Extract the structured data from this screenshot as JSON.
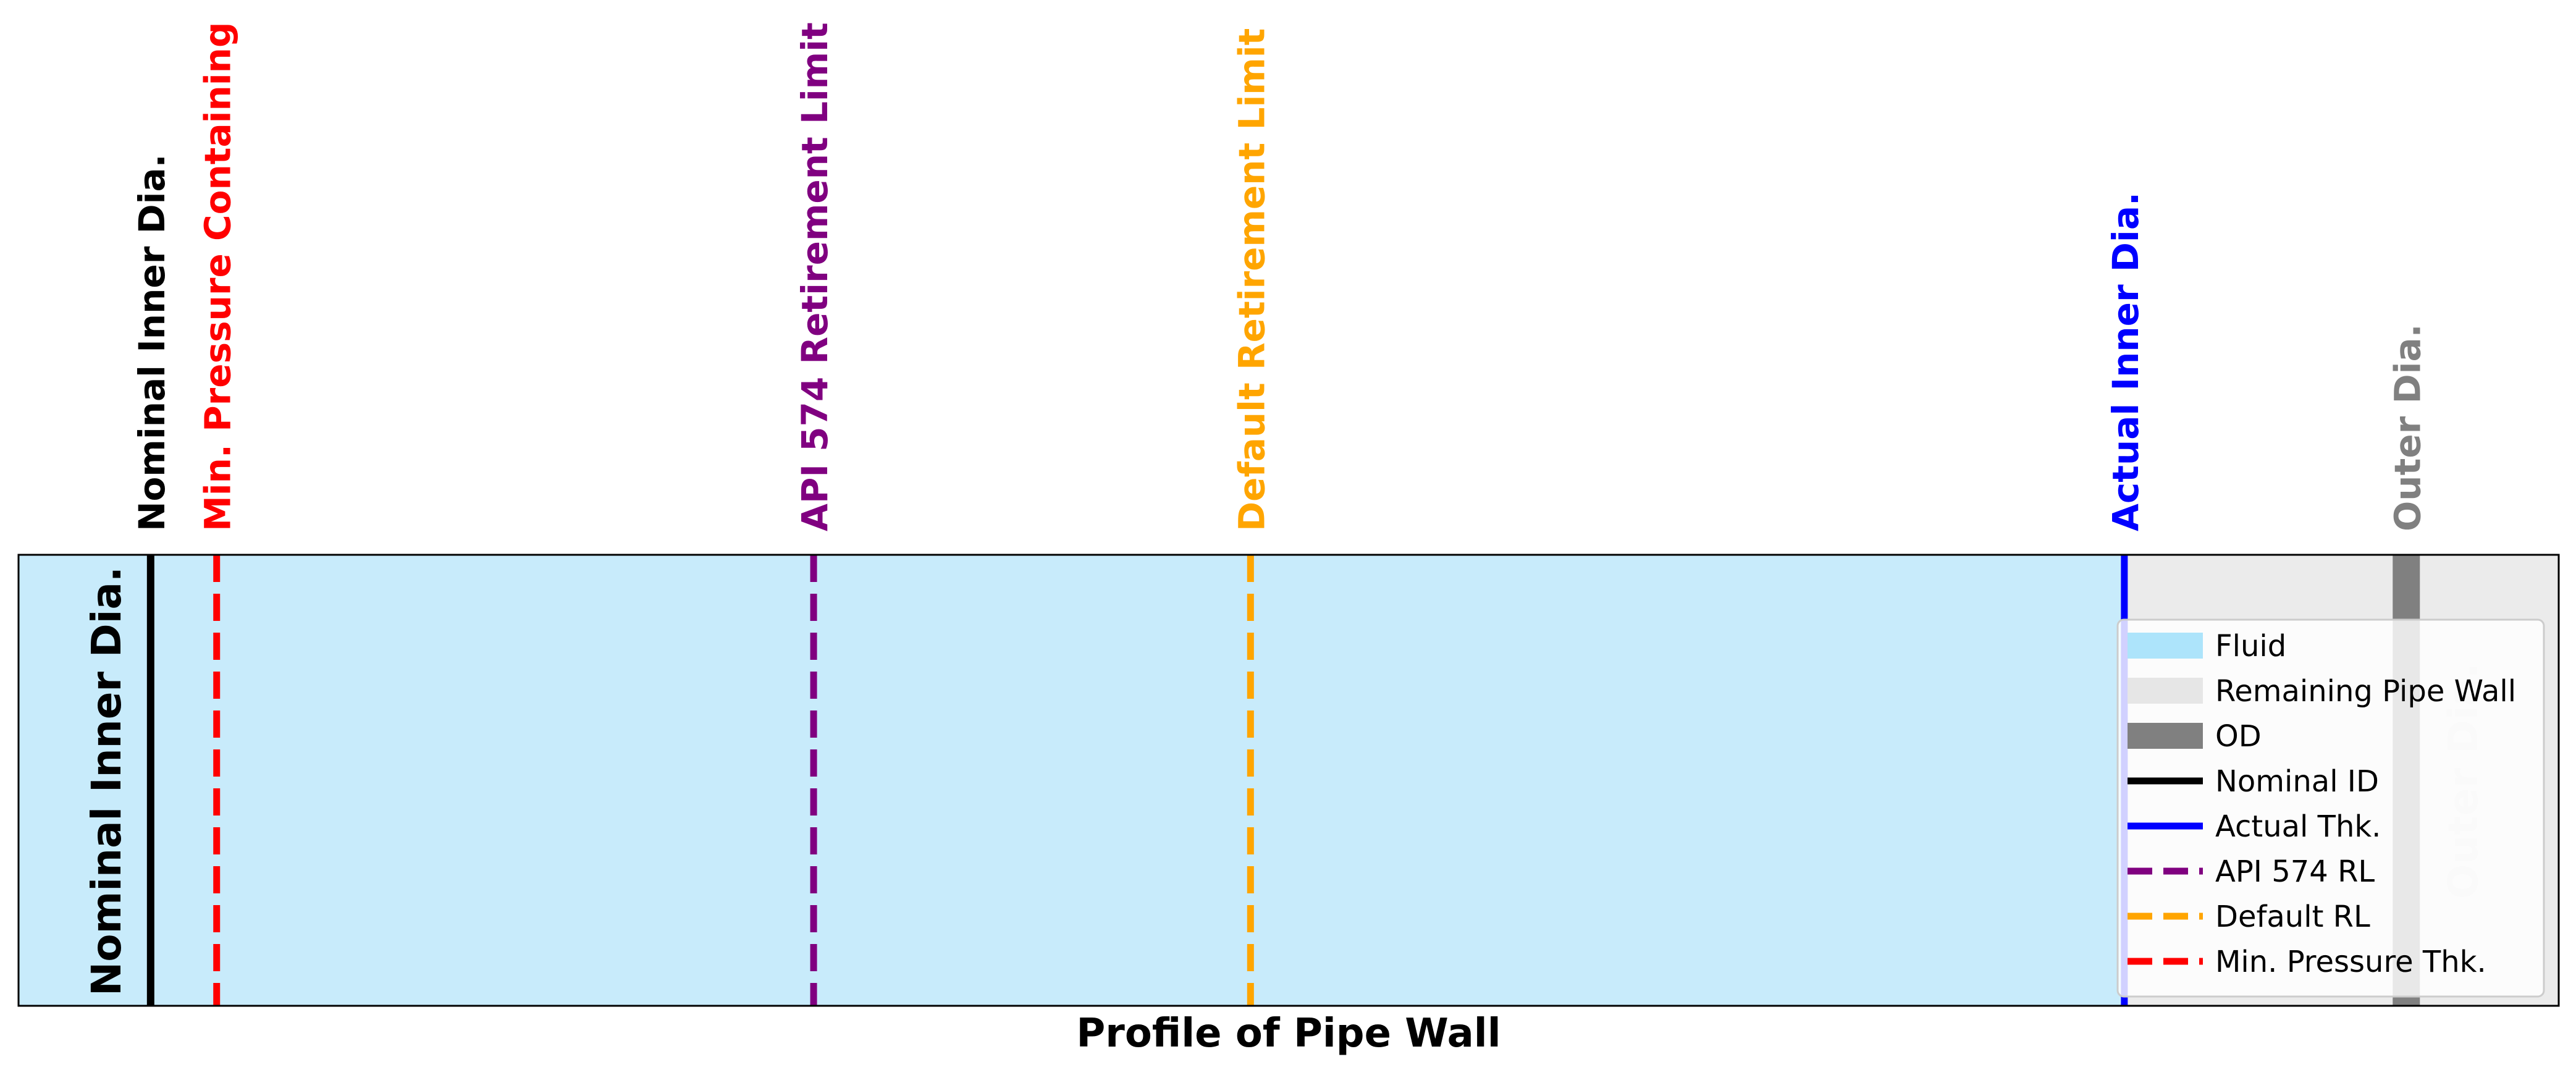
{
  "chart_data": {
    "type": "line",
    "title": "",
    "xlabel": "Profile of Pipe Wall",
    "ylabel": "",
    "grid": false,
    "legend_position": "right",
    "xlim": [
      0,
      1000
    ],
    "x_reading_note_omitted": true,
    "fills": [
      {
        "name": "Fluid",
        "from": 0,
        "to": 829,
        "color": "#c8ebfb"
      },
      {
        "name": "Remaining Pipe Wall",
        "from": 829,
        "to": 1000,
        "color": "#ebebeb"
      }
    ],
    "markers": [
      {
        "key": "nominal",
        "name": "Nominal ID",
        "x": 52,
        "color": "#000000",
        "style": "solid",
        "width": 12,
        "label": [
          "Nominal Inner Dia."
        ],
        "label_colors": [
          "#000000"
        ]
      },
      {
        "key": "minpress",
        "name": "Min. Pressure Thk.",
        "x": 78,
        "color": "#ff0000",
        "style": "dashed",
        "width": 11,
        "label": [
          "Min. ",
          "Pressure ",
          "Containing"
        ],
        "label_colors": [
          "#ff0000",
          "#ff0000",
          "#ff0000"
        ]
      },
      {
        "key": "api",
        "name": "API 574 RL",
        "x": 313,
        "color": "#800080",
        "style": "dashed",
        "width": 11,
        "label": [
          "API 574 ",
          "Retirement ",
          "Limit"
        ],
        "label_colors": [
          "#800080",
          "#800080",
          "#800080"
        ]
      },
      {
        "key": "default",
        "name": "Default RL",
        "x": 485,
        "color": "#ffa500",
        "style": "dashed",
        "width": 11,
        "label": [
          "Default ",
          "Retirement ",
          "Limit"
        ],
        "label_colors": [
          "#ffa500",
          "#ffa500",
          "#ffa500"
        ]
      },
      {
        "key": "actual",
        "name": "Actual Thk.",
        "x": 829,
        "color": "#0000ff",
        "style": "solid",
        "width": 11,
        "label": [
          "Actual Inner Dia."
        ],
        "label_colors": [
          "#0000ff"
        ]
      },
      {
        "key": "od",
        "name": "OD",
        "x": 940,
        "color": "#808080",
        "style": "solid",
        "width": 44,
        "label": [
          "Outer Dia."
        ],
        "label_colors": [
          "#808080"
        ]
      }
    ],
    "inner_labels": [
      {
        "text": "Nominal Inner Dia.",
        "color": "#000000"
      },
      {
        "text": "Outer Dia.",
        "color": "#e0e0e0"
      }
    ],
    "legend": [
      {
        "label": "Fluid",
        "swatch": "band",
        "color": "#ade4fb"
      },
      {
        "label": "Remaining Pipe Wall",
        "swatch": "band",
        "color": "#e6e6e6"
      },
      {
        "label": "OD",
        "swatch": "band",
        "color": "#808080"
      },
      {
        "label": "Nominal ID",
        "swatch": "solid",
        "color": "#000000"
      },
      {
        "label": "Actual Thk.",
        "swatch": "solid",
        "color": "#0000ff"
      },
      {
        "label": "API 574 RL",
        "swatch": "dashed",
        "color": "#800080"
      },
      {
        "label": "Default RL",
        "swatch": "dashed",
        "color": "#ffa500"
      },
      {
        "label": "Min. Pressure Thk.",
        "swatch": "dashed",
        "color": "#ff0000"
      }
    ]
  }
}
